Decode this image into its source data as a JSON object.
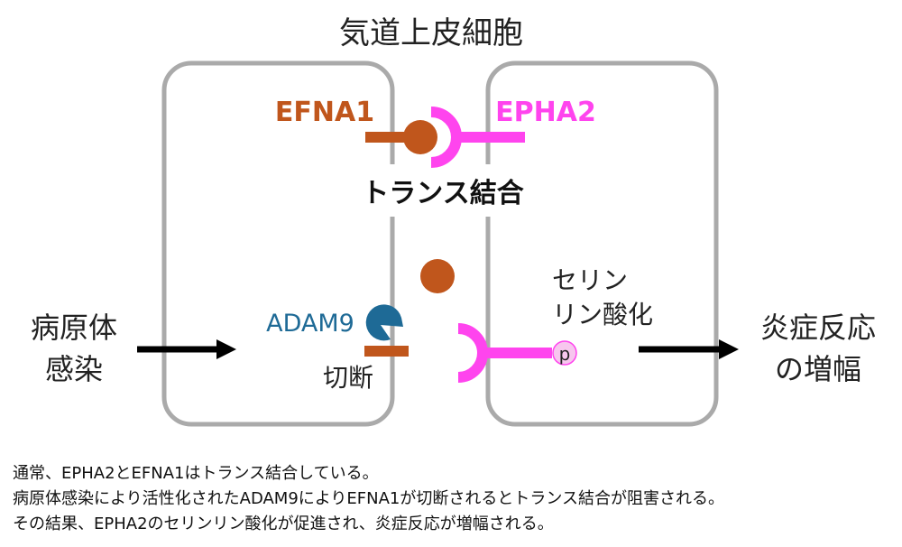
{
  "title": "気道上皮細胞",
  "ligand": "EFNA1",
  "receptor": "EPHA2",
  "binding_label": "トランス結合",
  "enzyme": "ADAM9",
  "cleavage_label": "切断",
  "phospho_lines": [
    "セリン",
    "リン酸化"
  ],
  "phospho_mark": "p",
  "input_lines": [
    "病原体",
    "感染"
  ],
  "output_lines": [
    "炎症反応",
    "の増幅"
  ],
  "caption": [
    "通常、EPHA2とEFNA1はトランス結合している。",
    "病原体感染により活性化されたADAM9によりEFNA1が切断されるとトランス結合が阻害される。",
    "その結果、EPHA2のセリンリン酸化が促進され、炎症反応が増幅される。"
  ],
  "colors": {
    "cell_border": "#aaaaaa",
    "efna1": "#c0561c",
    "epha2": "#ff44ee",
    "adam9": "#1e6a96",
    "phospho_fill": "#f7c6ee",
    "arrow": "#000000"
  }
}
